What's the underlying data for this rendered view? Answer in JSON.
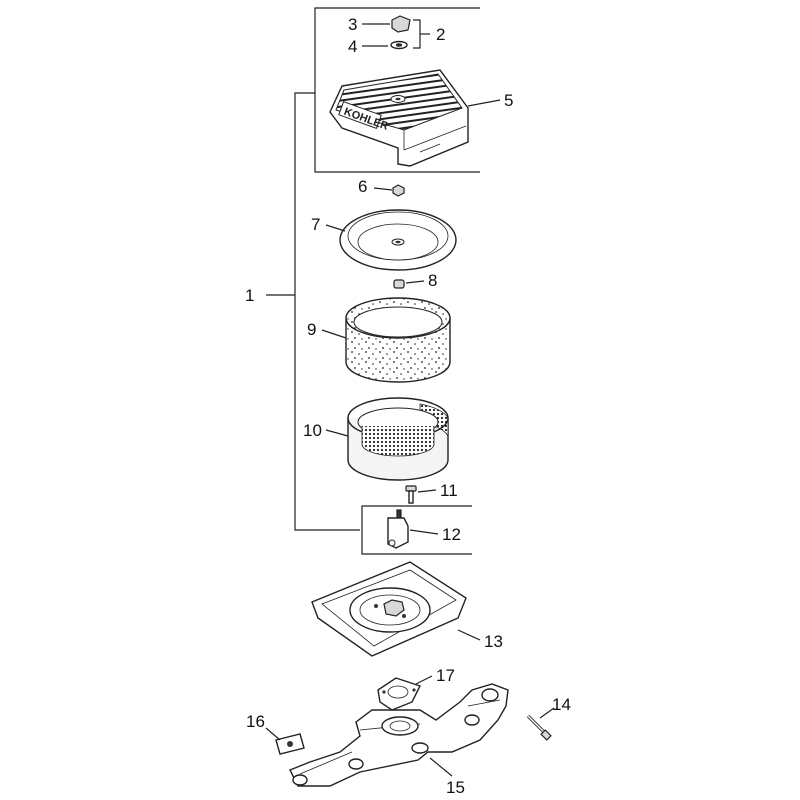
{
  "diagram": {
    "callouts": {
      "c1": "1",
      "c2": "2",
      "c3": "3",
      "c4": "4",
      "c5": "5",
      "c6": "6",
      "c7": "7",
      "c8": "8",
      "c9": "9",
      "c10": "10",
      "c11": "11",
      "c12": "12",
      "c13": "13",
      "c14": "14",
      "c15": "15",
      "c16": "16",
      "c17": "17"
    },
    "brand_logo": "KOHLER"
  }
}
